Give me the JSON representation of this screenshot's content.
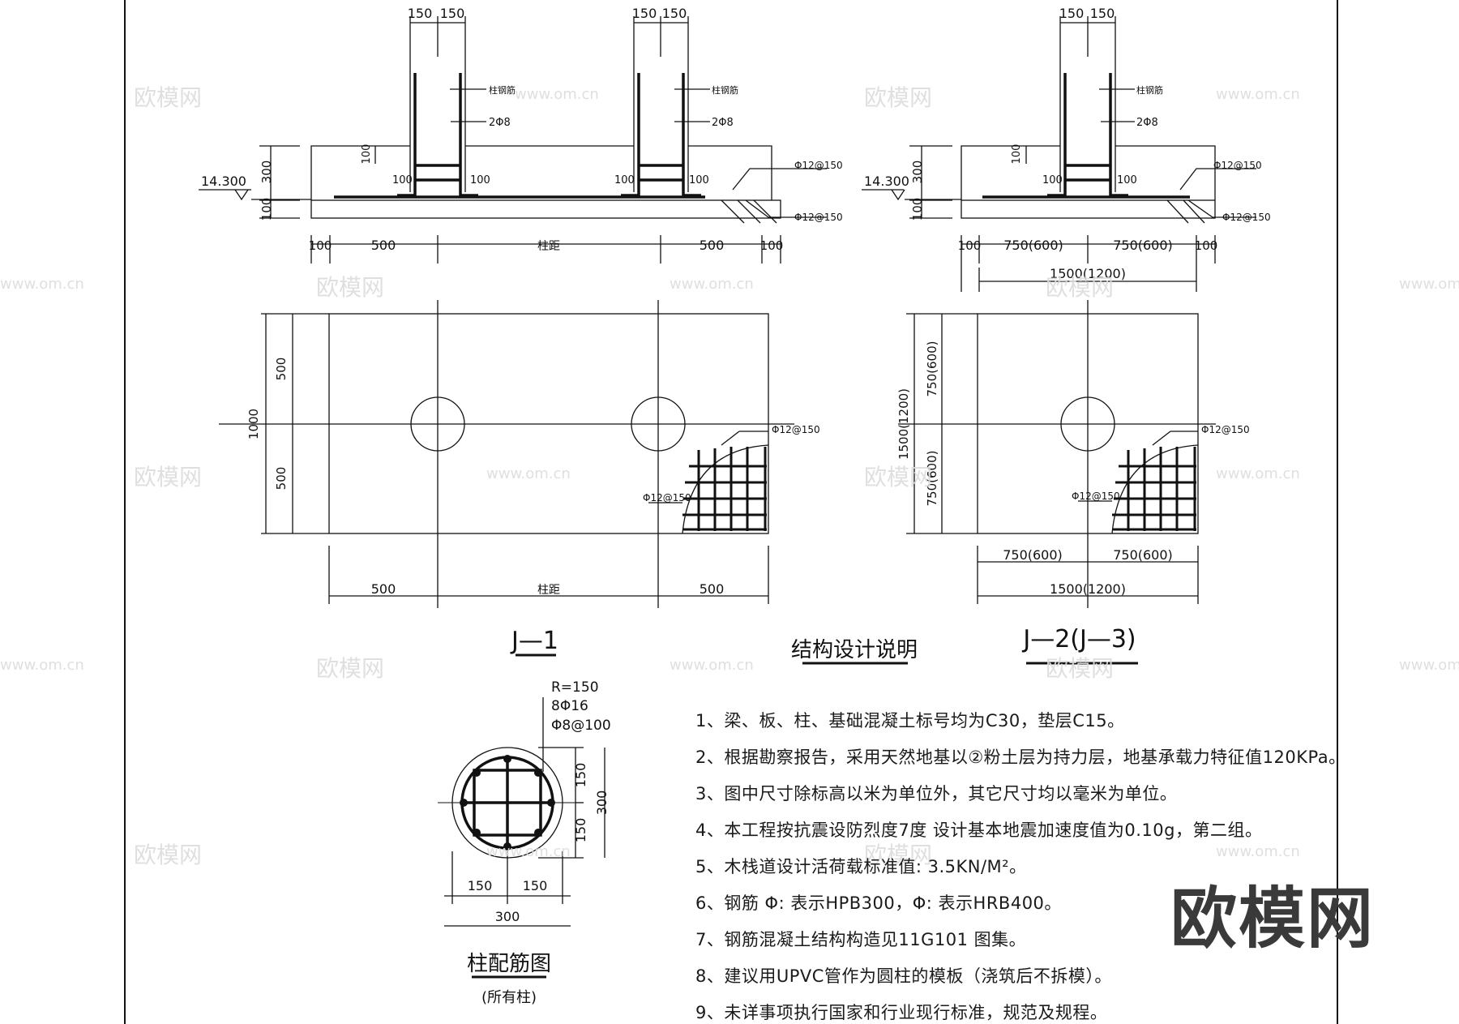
{
  "titles": {
    "j1": "J—1",
    "j2": "J—2(J—3)",
    "notes": "结构设计说明",
    "column": "柱配筋图",
    "column_sub": "(所有柱)"
  },
  "elevation_tag": "14.300",
  "dims": {
    "d150": "150",
    "d100": "100",
    "d300": "300",
    "d500": "500",
    "d1000": "1000",
    "col_spacing": "柱距",
    "d750": "750(600)",
    "d1500": "1500(1200)"
  },
  "rebar": {
    "col_bars": "柱钢筋",
    "stirrup": "2Φ8",
    "mesh": "Φ12@150"
  },
  "column_spec": {
    "radius": "R=150",
    "main": "8Φ16",
    "tie": "Φ8@100"
  },
  "notes": [
    "1、梁、板、柱、基础混凝土标号均为C30，垫层C15。",
    "2、根据勘察报告，采用天然地基以②粉土层为持力层，地基承载力特征值120KPa。",
    "3、图中尺寸除标高以米为单位外，其它尺寸均以毫米为单位。",
    "4、本工程按抗震设防烈度7度 设计基本地震加速度值为0.10g，第二组。",
    "5、木栈道设计活荷载标准值: 3.5KN/M²。",
    "6、钢筋 Φ: 表示HPB300，Φ: 表示HRB400。",
    "7、钢筋混凝土结构构造见11G101 图集。",
    "8、建议用UPVC管作为圆柱的模板（浇筑后不拆模）。",
    "9、未详事项执行国家和行业现行标准，规范及规程。"
  ],
  "watermarks": {
    "cn": "欧模网",
    "url": "www.om.cn"
  },
  "brand": "欧模网"
}
